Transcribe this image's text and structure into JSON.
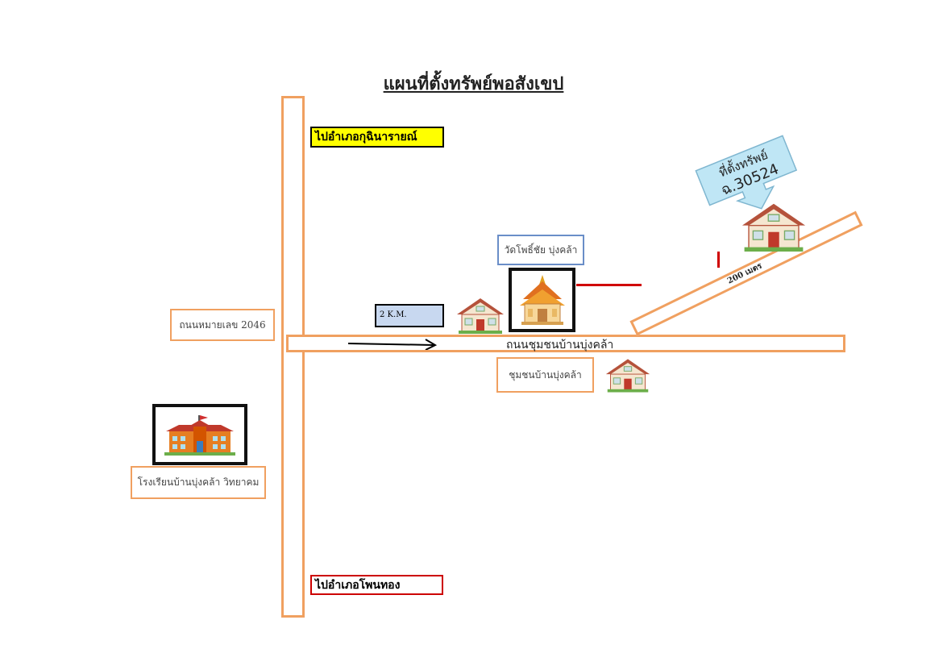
{
  "title": "แผนที่ตั้งทรัพย์พอสังเขป",
  "destinations": {
    "north": "ไปอำเภอกุฉินารายณ์",
    "south": "ไปอำเภอโพนทอง"
  },
  "roads": {
    "highway": "ถนนหมายเลข 2046",
    "community": "ถนนชุมชนบ้านบุ่งคล้า",
    "branch_distance": "200 เมตร"
  },
  "landmarks": {
    "temple": "วัดโพธิ์ชัย บุ่งคล้า",
    "village": "ชุมชนบ้านบุ่งคล้า",
    "school": "โรงเรียนบ้านบุ่งคล้า วิทยาคม"
  },
  "distance_box": "2 K.M.",
  "property_callout": {
    "line1": "ที่ตั้งทรัพย์",
    "line2": "ฉ.30524"
  },
  "colors": {
    "road_border": "#f0a060",
    "north_dest_bg": "#ffff00",
    "south_dest_border": "#cc0000",
    "callout_bg": "#bfe6f5",
    "distance_box_bg": "#c8d8f0",
    "red_line": "#d00000"
  },
  "icons": [
    "house-icon",
    "temple-icon",
    "school-icon",
    "arrow-right-icon",
    "callout-arrow-icon"
  ]
}
